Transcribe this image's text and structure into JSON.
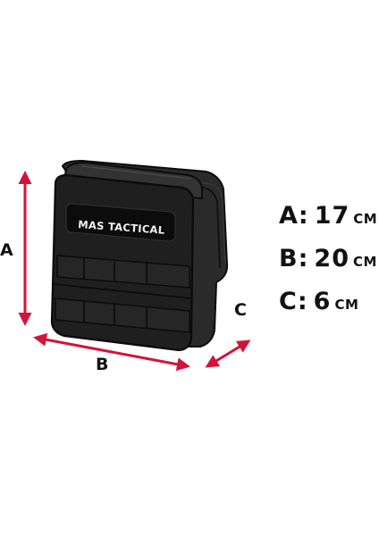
{
  "product": {
    "brand_label": "MAS TACTICAL",
    "color": "#1f1f1f"
  },
  "dimension_labels": {
    "a": "A",
    "b": "B",
    "c": "C"
  },
  "specs": [
    {
      "key": "A",
      "separator": ":",
      "value": "17",
      "unit": "CM"
    },
    {
      "key": "B",
      "separator": ":",
      "value": "20",
      "unit": "CM"
    },
    {
      "key": "C",
      "separator": ":",
      "value": "6",
      "unit": "CM"
    }
  ],
  "colors": {
    "arrow": "#d2143a",
    "text": "#111111"
  }
}
